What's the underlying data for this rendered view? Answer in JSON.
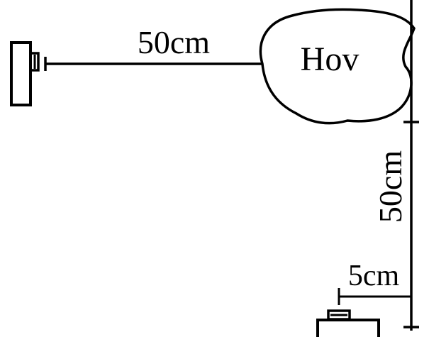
{
  "labels": {
    "blob": "Hov",
    "horizontal_distance": "50cm",
    "vertical_distance": "50cm",
    "small_offset": "5cm"
  },
  "colors": {
    "ink": "#000000",
    "background": "#ffffff"
  }
}
